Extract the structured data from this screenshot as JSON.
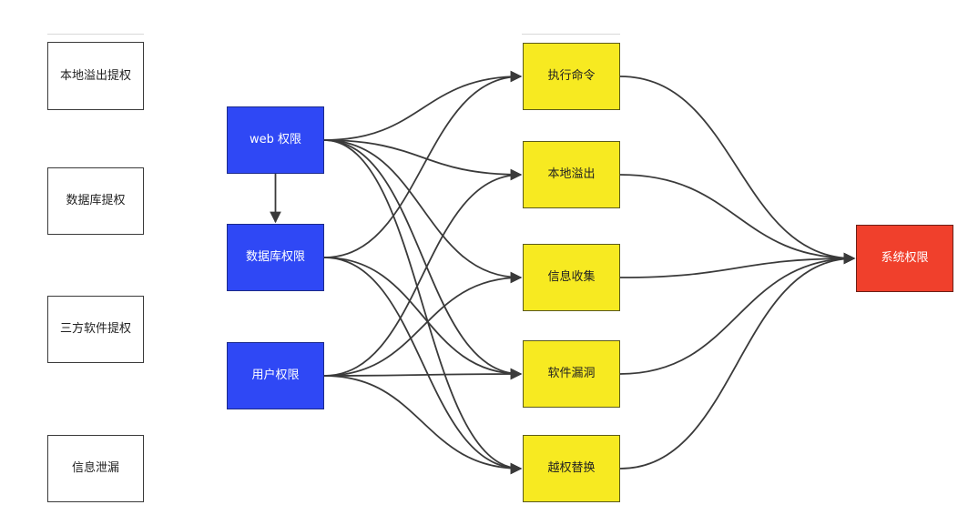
{
  "colors": {
    "left_fill": "#ffffff",
    "blue_fill": "#2f48f5",
    "yellow_fill": "#f7ea21",
    "red_fill": "#f0402c",
    "edge": "#3a3a3a"
  },
  "left_column": [
    {
      "id": "local-overflow-escalation",
      "label": "本地溢出提权"
    },
    {
      "id": "database-escalation",
      "label": "数据库提权"
    },
    {
      "id": "third-party-software-escalation",
      "label": "三方软件提权"
    },
    {
      "id": "info-leak",
      "label": "信息泄漏"
    }
  ],
  "source_column": [
    {
      "id": "web-permission",
      "label": "web 权限"
    },
    {
      "id": "database-permission",
      "label": "数据库权限"
    },
    {
      "id": "user-permission",
      "label": "用户权限"
    }
  ],
  "method_column": [
    {
      "id": "execute-command",
      "label": "执行命令"
    },
    {
      "id": "local-overflow",
      "label": "本地溢出"
    },
    {
      "id": "info-gathering",
      "label": "信息收集"
    },
    {
      "id": "software-vulnerability",
      "label": "软件漏洞"
    },
    {
      "id": "privilege-bypass-replace",
      "label": "越权替换"
    }
  ],
  "target": {
    "id": "system-permission",
    "label": "系统权限"
  },
  "edges": [
    {
      "from": "web-permission",
      "to": "database-permission"
    },
    {
      "from": "web-permission",
      "to": "execute-command"
    },
    {
      "from": "web-permission",
      "to": "local-overflow"
    },
    {
      "from": "web-permission",
      "to": "info-gathering"
    },
    {
      "from": "web-permission",
      "to": "software-vulnerability"
    },
    {
      "from": "web-permission",
      "to": "privilege-bypass-replace"
    },
    {
      "from": "database-permission",
      "to": "execute-command"
    },
    {
      "from": "database-permission",
      "to": "software-vulnerability"
    },
    {
      "from": "database-permission",
      "to": "privilege-bypass-replace"
    },
    {
      "from": "user-permission",
      "to": "local-overflow"
    },
    {
      "from": "user-permission",
      "to": "info-gathering"
    },
    {
      "from": "user-permission",
      "to": "software-vulnerability"
    },
    {
      "from": "user-permission",
      "to": "privilege-bypass-replace"
    },
    {
      "from": "execute-command",
      "to": "system-permission"
    },
    {
      "from": "local-overflow",
      "to": "system-permission"
    },
    {
      "from": "info-gathering",
      "to": "system-permission"
    },
    {
      "from": "software-vulnerability",
      "to": "system-permission"
    },
    {
      "from": "privilege-bypass-replace",
      "to": "system-permission"
    }
  ]
}
